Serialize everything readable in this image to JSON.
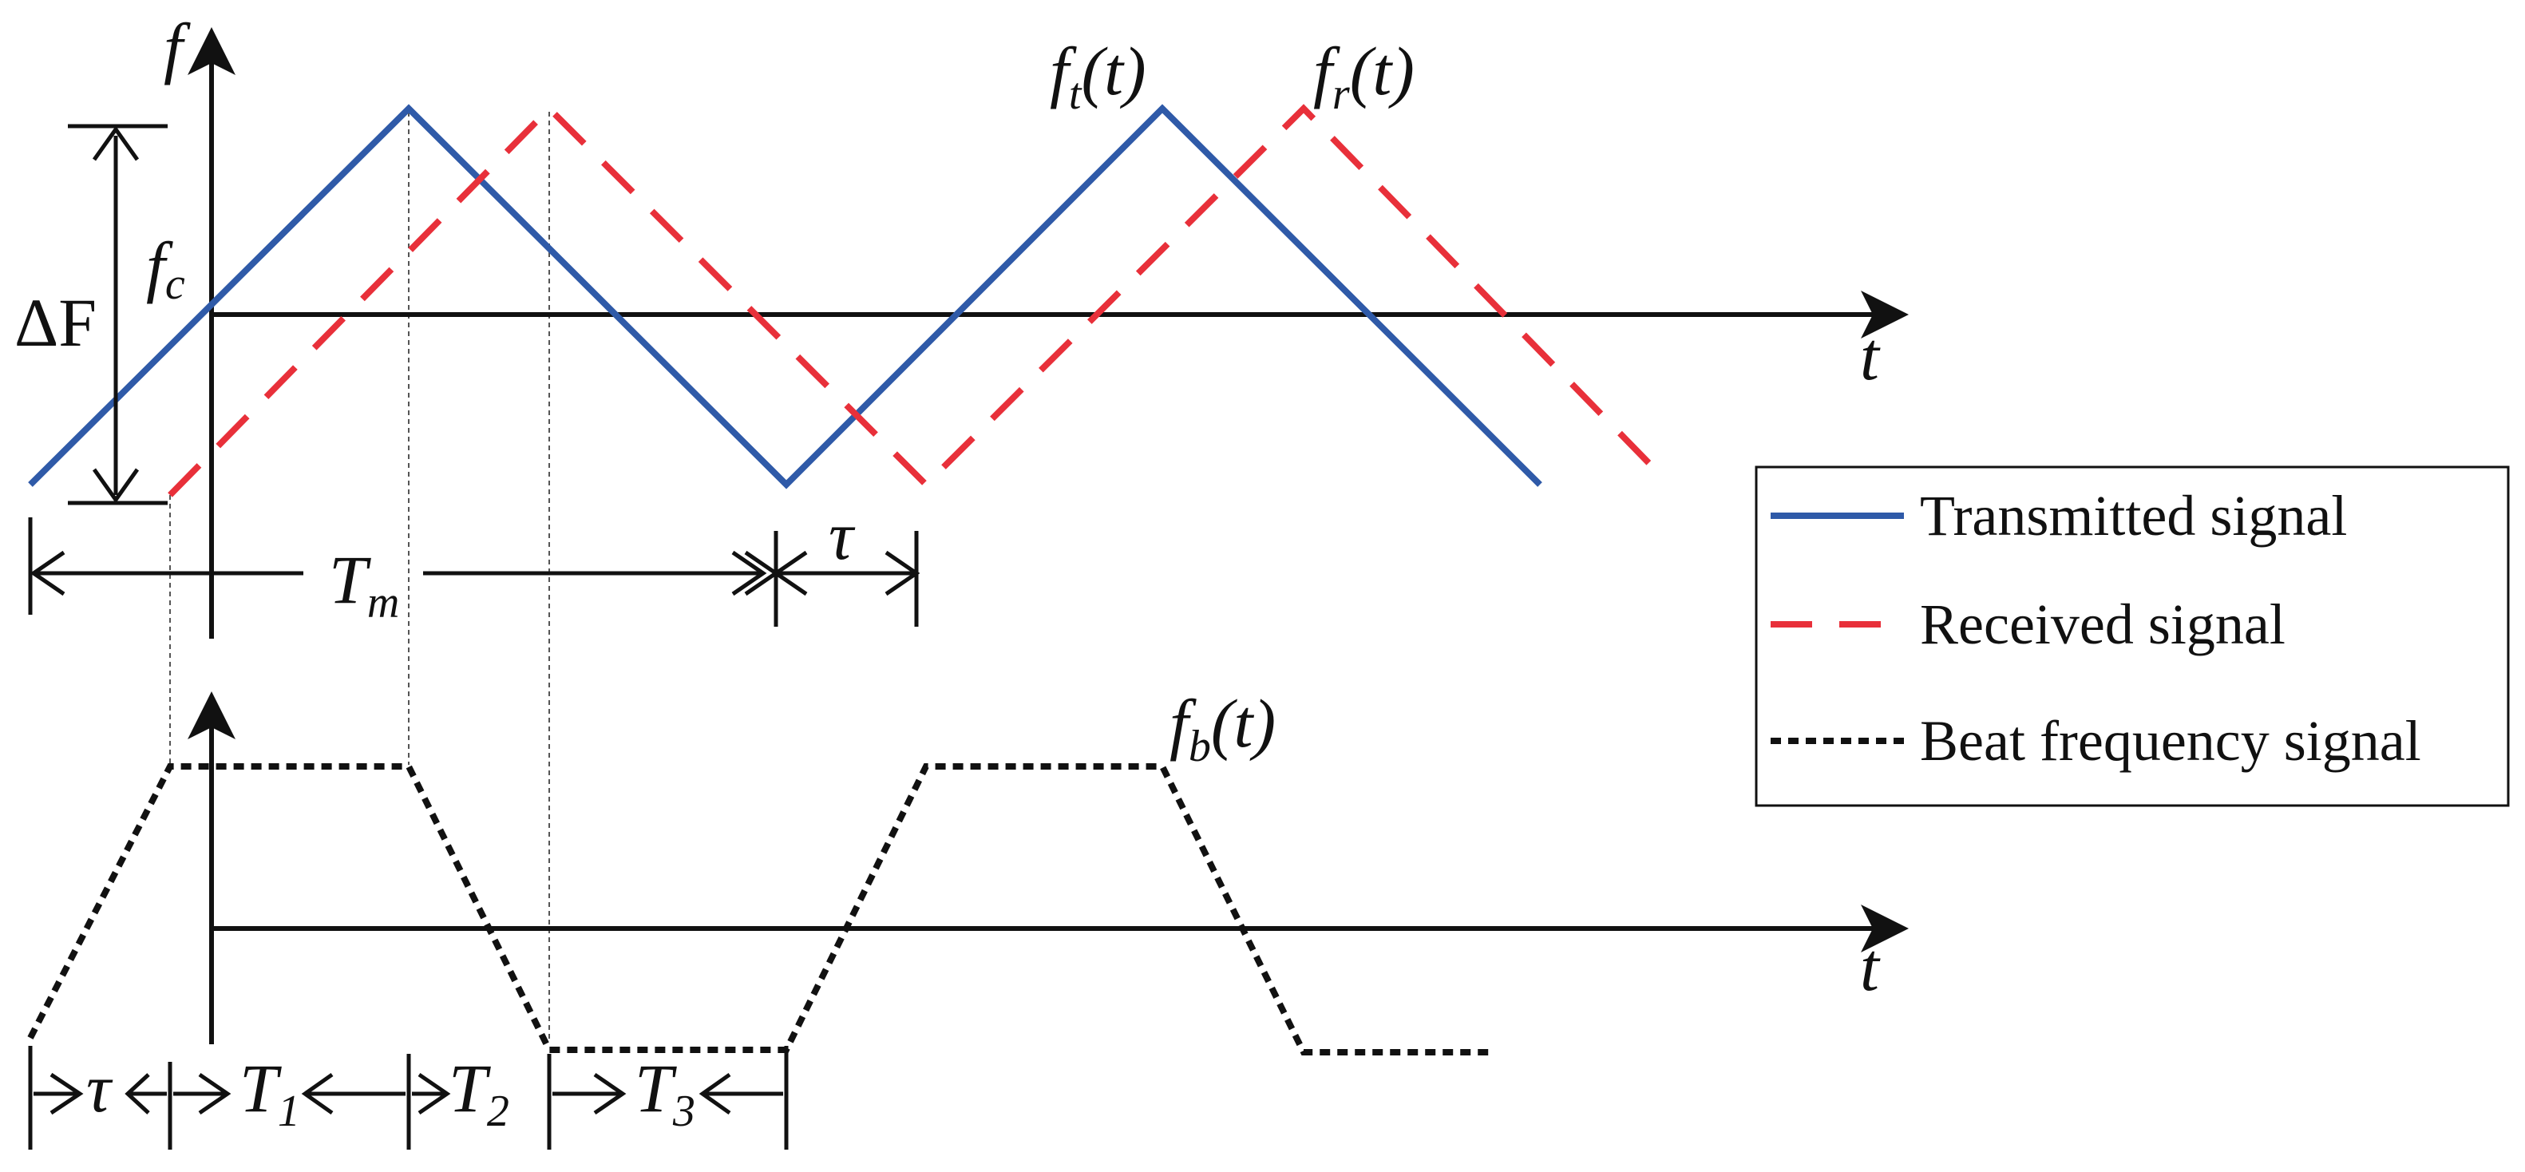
{
  "colors": {
    "axis": "#111111",
    "transmitted": "#2f5aa8",
    "received": "#e8303a",
    "beat": "#111111",
    "guide": "#555555",
    "background": "#ffffff"
  },
  "top_plot": {
    "y_axis_label": "f",
    "x_axis_label": "t",
    "carrier_label": {
      "main": "f",
      "sub": "c"
    },
    "bandwidth_label": "ΔF",
    "period_label": {
      "main": "T",
      "sub": "m"
    },
    "delay_label": "τ",
    "transmitted_label": {
      "main": "f",
      "sub": "t",
      "arg": "(t)"
    },
    "received_label": {
      "main": "f",
      "sub": "r",
      "arg": "(t)"
    }
  },
  "bottom_plot": {
    "x_axis_label": "t",
    "beat_label": {
      "main": "f",
      "sub": "b",
      "arg": "(t)"
    },
    "delay_label": "τ",
    "interval_1": {
      "main": "T",
      "sub": "1"
    },
    "interval_2": {
      "main": "T",
      "sub": "2"
    },
    "interval_3": {
      "main": "T",
      "sub": "3"
    }
  },
  "legend": {
    "items": [
      {
        "label": "Transmitted signal",
        "style": "solid",
        "color": "#2f5aa8"
      },
      {
        "label": "Received signal",
        "style": "dashed",
        "color": "#e8303a"
      },
      {
        "label": "Beat frequency signal",
        "style": "dotted",
        "color": "#111111"
      }
    ]
  },
  "icons": {
    "arrowhead": "filled-triangle-arrow"
  }
}
